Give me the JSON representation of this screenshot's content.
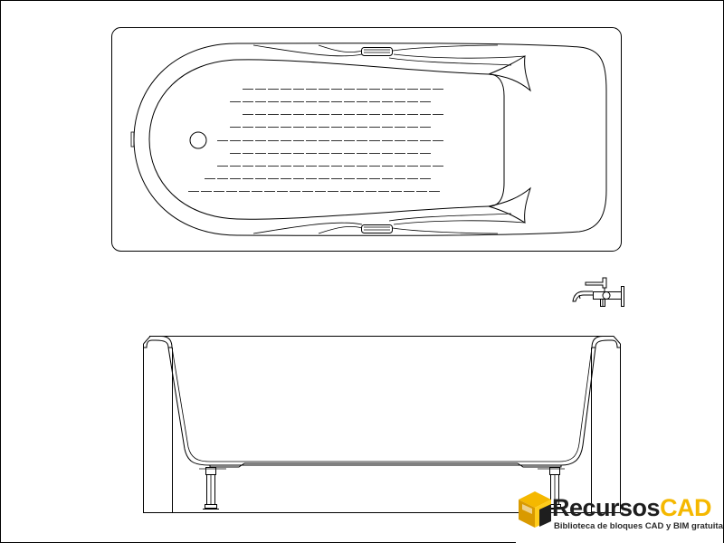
{
  "drawing": {
    "views": [
      "plan-view",
      "side-elevation",
      "faucet-detail"
    ]
  },
  "watermark": {
    "brand_part1": "Recursos",
    "brand_part2": "CAD",
    "tagline": "Biblioteca de bloques CAD y BIM gratuita",
    "colors": {
      "accent": "#f5b800",
      "dark": "#1e1e1e"
    }
  }
}
